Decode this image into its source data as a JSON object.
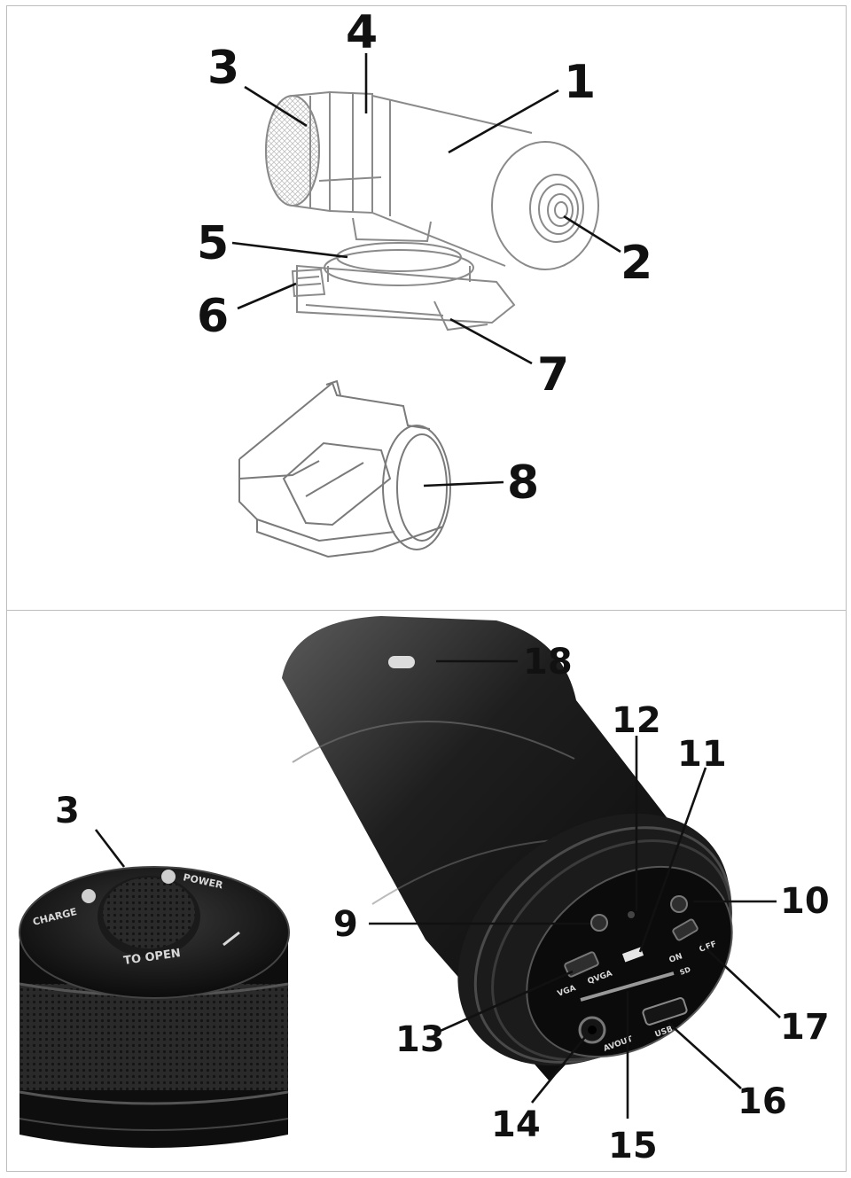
{
  "top_callouts": {
    "c1": "1",
    "c2": "2",
    "c3": "3",
    "c4": "4",
    "c5": "5",
    "c6": "6",
    "c7": "7",
    "c8": "8"
  },
  "bottom_callouts": {
    "c3": "3",
    "c9": "9",
    "c10": "10",
    "c11": "11",
    "c12": "12",
    "c13": "13",
    "c14": "14",
    "c15": "15",
    "c16": "16",
    "c17": "17",
    "c18": "18"
  },
  "cap_labels": {
    "charge": "CHARGE",
    "power": "POWER",
    "to_open": "TO OPEN"
  },
  "port_labels": {
    "vga": "VGA",
    "qvga": "QVGA",
    "on": "ON",
    "off": "OFF",
    "avout": "AVOUT",
    "usb": "USB",
    "sd": "SD"
  }
}
